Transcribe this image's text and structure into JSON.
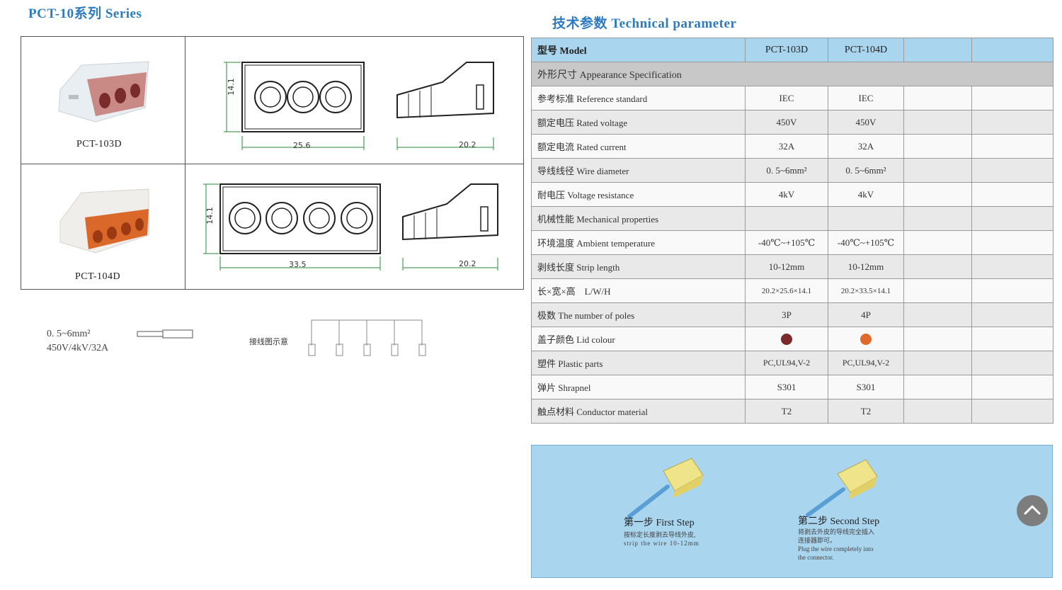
{
  "series_title": "PCT-10系列 Series",
  "tech_title": "技术参数 Technical parameter",
  "products": [
    {
      "label": "PCT-103D",
      "width_dim": "25.6",
      "depth_dim": "20.2",
      "height_dim": "14.1"
    },
    {
      "label": "PCT-104D",
      "width_dim": "33.5",
      "depth_dim": "20.2",
      "height_dim": "14.1"
    }
  ],
  "wire_spec": {
    "line1": "0. 5~6mm²",
    "line2": "450V/4kV/32A"
  },
  "diagram_label": "接线图示意",
  "table": {
    "header": {
      "label": "型号 Model",
      "col1": "PCT-103D",
      "col2": "PCT-104D"
    },
    "section": "外形尺寸 Appearance Specification",
    "rows": [
      {
        "label": "参考标准 Reference standard",
        "v1": "IEC",
        "v2": "IEC"
      },
      {
        "label": "额定电压 Rated voltage",
        "v1": "450V",
        "v2": "450V"
      },
      {
        "label": "额定电流 Rated current",
        "v1": "32A",
        "v2": "32A"
      },
      {
        "label": "导线线径 Wire diameter",
        "v1": "0. 5~6mm²",
        "v2": "0. 5~6mm²"
      },
      {
        "label": "耐电压 Voltage resistance",
        "v1": "4kV",
        "v2": "4kV"
      },
      {
        "label": "机械性能 Mechanical properties",
        "v1": "",
        "v2": ""
      },
      {
        "label": "环境温度 Ambient temperature",
        "v1": "-40℃~+105℃",
        "v2": "-40℃~+105℃"
      },
      {
        "label": "剥线长度 Strip length",
        "v1": "10-12mm",
        "v2": "10-12mm"
      },
      {
        "label": "长×宽×高　L/W/H",
        "v1": "20.2×25.6×14.1",
        "v2": "20.2×33.5×14.1"
      },
      {
        "label": "极数 The number of poles",
        "v1": "3P",
        "v2": "4P"
      },
      {
        "label": "盖子颜色 Lid colour",
        "v1": "",
        "v2": ""
      },
      {
        "label": "塑件 Plastic parts",
        "v1": "PC,UL94,V-2",
        "v2": "PC,UL94,V-2"
      },
      {
        "label": "弹片 Shrapnel",
        "v1": "S301",
        "v2": "S301"
      },
      {
        "label": "触点材料 Conductor material",
        "v1": "T2",
        "v2": "T2"
      }
    ],
    "lid_colors": [
      "#7a2a2a",
      "#e06a2c"
    ]
  },
  "steps": [
    {
      "title": "第一步 First Step",
      "cn": "按标定长度剥去导线外皮,",
      "en": "strip the wire 10-12mm"
    },
    {
      "title": "第二步 Second Step",
      "cn1": "将剥去外皮的导线完全插入",
      "cn2": "连接器即可。",
      "en1": "Plug the wire completely into",
      "en2": "the connector."
    }
  ],
  "icons": {
    "scroll_top": "chevron-up-icon"
  }
}
